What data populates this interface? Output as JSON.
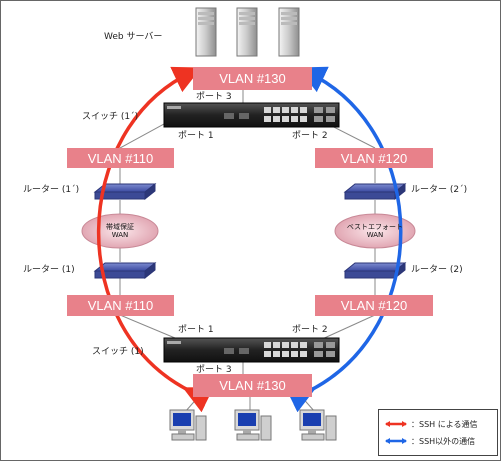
{
  "web_server_label": "Web サーバー",
  "vlan_top": "VLAN #130",
  "vlan_bottom": "VLAN #130",
  "vlan_110_upper": "VLAN #110",
  "vlan_120_upper": "VLAN #120",
  "vlan_110_lower": "VLAN #110",
  "vlan_120_lower": "VLAN #120",
  "switch_upper_label": "スイッチ (1´)",
  "switch_lower_label": "スイッチ (1)",
  "port3_upper": "ポート 3",
  "port1_upper": "ポート 1",
  "port2_upper": "ポート 2",
  "port1_lower": "ポート 1",
  "port2_lower": "ポート 2",
  "port3_lower": "ポート 3",
  "router_1prime": "ルーター (1´)",
  "router_2prime": "ルーター (2´)",
  "router_1": "ルーター (1)",
  "router_2": "ルーター (2)",
  "wan_left": [
    "帯域保証",
    "WAN"
  ],
  "wan_right": [
    "ベストエフォート",
    "WAN"
  ],
  "legend": {
    "ssh": "：SSH による通信",
    "non_ssh": "：SSH以外の通信",
    "ssh_color": "#ee3322",
    "non_ssh_color": "#1f66e6"
  },
  "colors": {
    "vlan_fill": "#e8818a",
    "router": "#4a5aa0",
    "wan_fill": "#e3a9b4"
  }
}
